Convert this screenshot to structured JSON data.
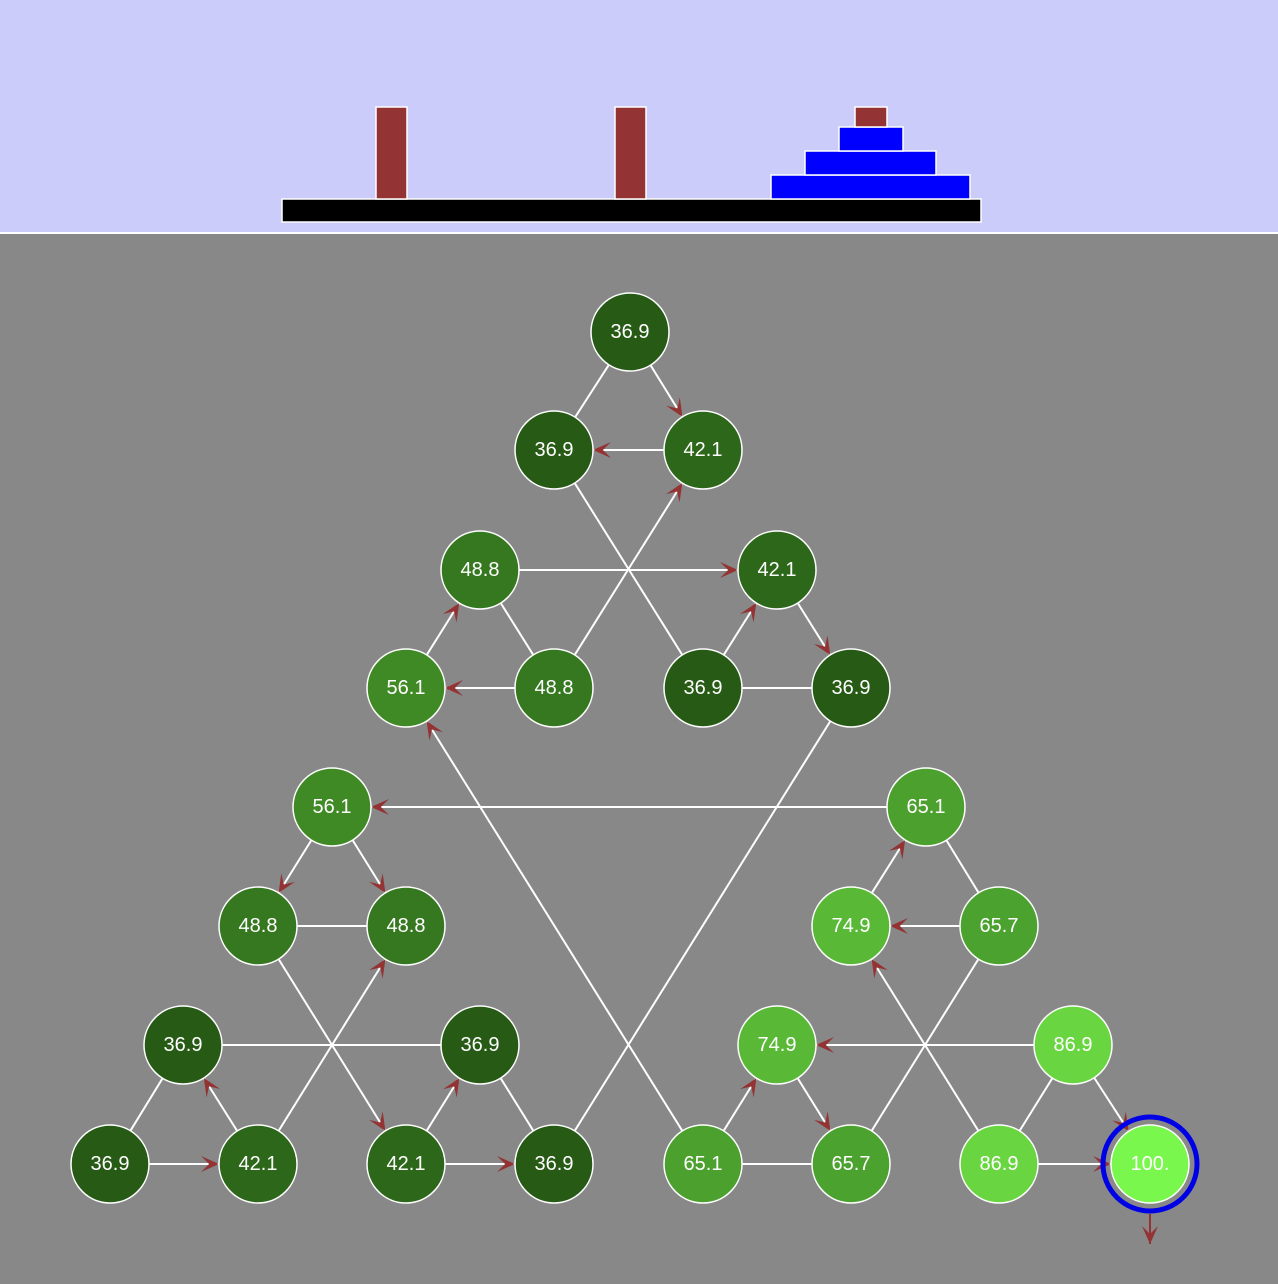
{
  "colors": {
    "top_bg": "#ccccfa",
    "graph_bg": "#888888",
    "base": "#000000",
    "peg": "#933333",
    "disk_blue": "#0000ff",
    "disk_small": "#933333",
    "edge": "#ffffff",
    "arrow": "#933333",
    "selected_ring": "#0000e6"
  },
  "hanoi": {
    "pegs": [
      "left",
      "middle",
      "right"
    ],
    "disks_on_right_peg_top_to_bottom": [
      "smallest-red",
      "small-blue",
      "medium-blue",
      "large-blue"
    ]
  },
  "nodes": [
    {
      "id": "n0",
      "label": "36.9",
      "value": 36.9
    },
    {
      "id": "n1",
      "label": "36.9",
      "value": 36.9
    },
    {
      "id": "n2",
      "label": "42.1",
      "value": 42.1
    },
    {
      "id": "n3",
      "label": "48.8",
      "value": 48.8
    },
    {
      "id": "n4",
      "label": "42.1",
      "value": 42.1
    },
    {
      "id": "n5",
      "label": "56.1",
      "value": 56.1
    },
    {
      "id": "n6",
      "label": "48.8",
      "value": 48.8
    },
    {
      "id": "n7",
      "label": "36.9",
      "value": 36.9
    },
    {
      "id": "n8",
      "label": "36.9",
      "value": 36.9
    },
    {
      "id": "n9",
      "label": "56.1",
      "value": 56.1
    },
    {
      "id": "n10",
      "label": "65.1",
      "value": 65.1
    },
    {
      "id": "n11",
      "label": "48.8",
      "value": 48.8
    },
    {
      "id": "n12",
      "label": "48.8",
      "value": 48.8
    },
    {
      "id": "n13",
      "label": "74.9",
      "value": 74.9
    },
    {
      "id": "n14",
      "label": "65.7",
      "value": 65.7
    },
    {
      "id": "n15",
      "label": "36.9",
      "value": 36.9
    },
    {
      "id": "n16",
      "label": "36.9",
      "value": 36.9
    },
    {
      "id": "n17",
      "label": "74.9",
      "value": 74.9
    },
    {
      "id": "n18",
      "label": "86.9",
      "value": 86.9
    },
    {
      "id": "n19",
      "label": "36.9",
      "value": 36.9
    },
    {
      "id": "n20",
      "label": "42.1",
      "value": 42.1
    },
    {
      "id": "n21",
      "label": "42.1",
      "value": 42.1
    },
    {
      "id": "n22",
      "label": "36.9",
      "value": 36.9
    },
    {
      "id": "n23",
      "label": "65.1",
      "value": 65.1
    },
    {
      "id": "n24",
      "label": "65.7",
      "value": 65.7
    },
    {
      "id": "n25",
      "label": "86.9",
      "value": 86.9
    },
    {
      "id": "n26",
      "label": "100.",
      "value": 100,
      "selected": true
    }
  ],
  "edges": [
    [
      "n0",
      "n1"
    ],
    [
      "n0",
      "n2"
    ],
    [
      "n1",
      "n2"
    ],
    [
      "n3",
      "n5"
    ],
    [
      "n3",
      "n6"
    ],
    [
      "n5",
      "n6"
    ],
    [
      "n4",
      "n7"
    ],
    [
      "n4",
      "n8"
    ],
    [
      "n7",
      "n8"
    ],
    [
      "n9",
      "n11"
    ],
    [
      "n9",
      "n12"
    ],
    [
      "n11",
      "n12"
    ],
    [
      "n15",
      "n19"
    ],
    [
      "n15",
      "n20"
    ],
    [
      "n19",
      "n20"
    ],
    [
      "n16",
      "n21"
    ],
    [
      "n16",
      "n22"
    ],
    [
      "n21",
      "n22"
    ],
    [
      "n10",
      "n13"
    ],
    [
      "n10",
      "n14"
    ],
    [
      "n13",
      "n14"
    ],
    [
      "n17",
      "n23"
    ],
    [
      "n17",
      "n24"
    ],
    [
      "n23",
      "n24"
    ],
    [
      "n18",
      "n25"
    ],
    [
      "n18",
      "n26"
    ],
    [
      "n25",
      "n26"
    ],
    [
      "n1",
      "n7"
    ],
    [
      "n2",
      "n6"
    ],
    [
      "n3",
      "n4"
    ],
    [
      "n11",
      "n21"
    ],
    [
      "n12",
      "n20"
    ],
    [
      "n15",
      "n16"
    ],
    [
      "n13",
      "n25"
    ],
    [
      "n14",
      "n24"
    ],
    [
      "n17",
      "n18"
    ],
    [
      "n5",
      "n23"
    ],
    [
      "n8",
      "n22"
    ],
    [
      "n9",
      "n10"
    ]
  ],
  "arrows": [
    {
      "from": "n0",
      "to": "n2"
    },
    {
      "from": "n2",
      "to": "n1"
    },
    {
      "from": "n6",
      "to": "n2"
    },
    {
      "from": "n3",
      "to": "n4"
    },
    {
      "from": "n7",
      "to": "n4"
    },
    {
      "from": "n4",
      "to": "n8"
    },
    {
      "from": "n6",
      "to": "n5"
    },
    {
      "from": "n5",
      "to": "n3"
    },
    {
      "from": "n23",
      "to": "n5"
    },
    {
      "from": "n10",
      "to": "n9"
    },
    {
      "from": "n9",
      "to": "n12"
    },
    {
      "from": "n9",
      "to": "n11"
    },
    {
      "from": "n14",
      "to": "n13"
    },
    {
      "from": "n13",
      "to": "n10"
    },
    {
      "from": "n25",
      "to": "n13"
    },
    {
      "from": "n20",
      "to": "n15"
    },
    {
      "from": "n21",
      "to": "n16"
    },
    {
      "from": "n20",
      "to": "n12"
    },
    {
      "from": "n11",
      "to": "n21"
    },
    {
      "from": "n19",
      "to": "n20"
    },
    {
      "from": "n21",
      "to": "n22"
    },
    {
      "from": "n18",
      "to": "n17"
    },
    {
      "from": "n23",
      "to": "n17"
    },
    {
      "from": "n17",
      "to": "n24"
    },
    {
      "from": "n18",
      "to": "n26"
    },
    {
      "from": "n25",
      "to": "n26"
    }
  ]
}
